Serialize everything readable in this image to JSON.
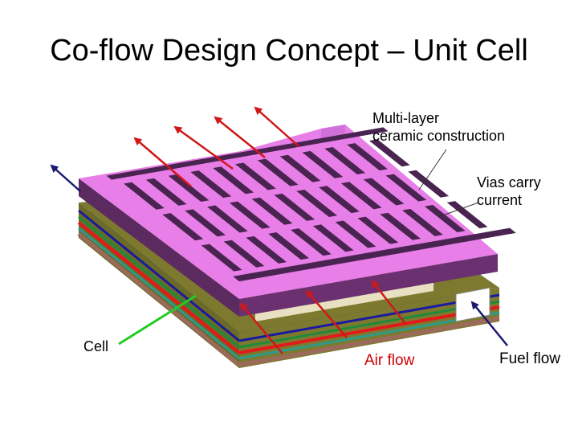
{
  "title": "Co-flow Design Concept – Unit Cell",
  "labels": {
    "multilayer": [
      "Multi-layer",
      "ceramic construction"
    ],
    "vias": [
      "Vias carry",
      "current"
    ],
    "cell": "Cell",
    "air_flow": "Air flow",
    "fuel_flow": "Fuel flow"
  },
  "colors": {
    "top_plate": "#e87ee8",
    "top_plate_side": "#5b2a5e",
    "slot": "#4a2450",
    "olive_layer": "#7d7a30",
    "green_layer": "#1f8a3a",
    "teal_layer": "#2e9a8a",
    "red_layer": "#e11b1b",
    "blue_layer": "#1a1aa0",
    "brown_layer": "#9c6a5a",
    "air_arrow": "#d01818",
    "fuel_arrow": "#1a1a70",
    "cell_arrow": "#22cc22",
    "air_label": "#cc0000"
  }
}
